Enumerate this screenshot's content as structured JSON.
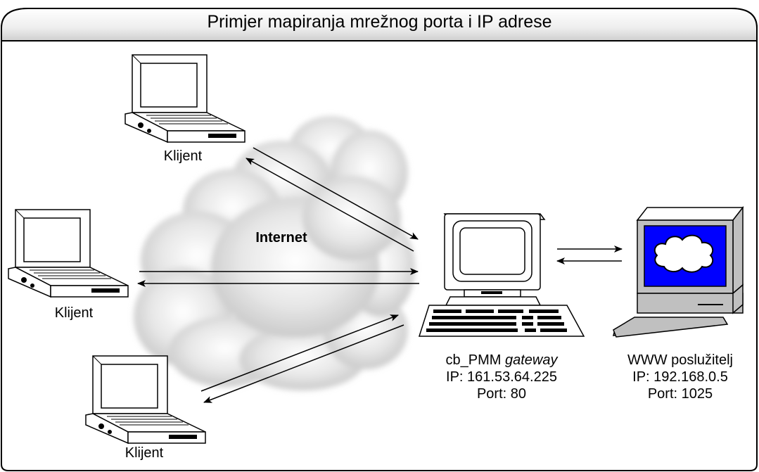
{
  "title": "Primjer mapiranja mrežnog porta i IP adrese",
  "cloud_label": "Internet",
  "clients": [
    {
      "label": "Klijent"
    },
    {
      "label": "Klijent"
    },
    {
      "label": "Klijent"
    }
  ],
  "gateway": {
    "name": "cb_PMM",
    "name_suffix": "gateway",
    "ip": "IP: 161.53.64.225",
    "port": "Port: 80"
  },
  "server": {
    "name": "WWW poslužitelj",
    "ip": "IP: 192.168.0.5",
    "port": "Port: 1025"
  },
  "colors": {
    "screen_blue": "#0000ff",
    "panel_gray": "#c0c0c0",
    "cloud_gray": "#d8d8d8"
  }
}
